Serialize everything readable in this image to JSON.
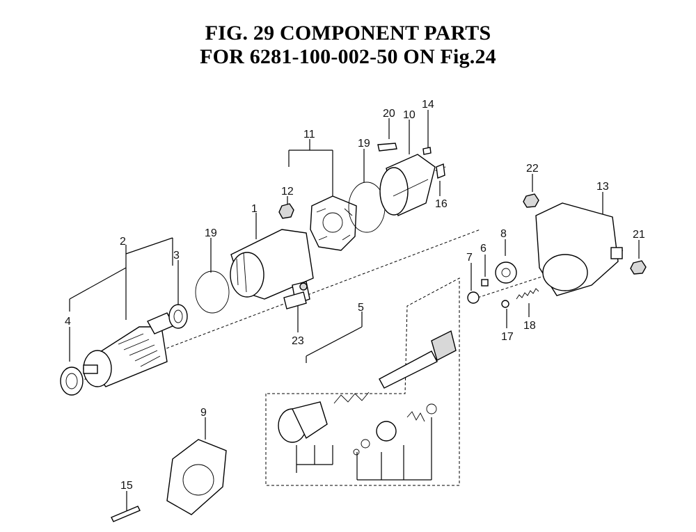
{
  "title": {
    "line1": "FIG. 29  COMPONENT PARTS",
    "line2": "FOR 6281-100-002-50 ON Fig.24"
  },
  "callouts": {
    "c1": "1",
    "c2": "2",
    "c3": "3",
    "c4": "4",
    "c5": "5",
    "c6": "6",
    "c7": "7",
    "c8": "8",
    "c9": "9",
    "c10": "10",
    "c11": "11",
    "c12": "12",
    "c13": "13",
    "c14": "14",
    "c15": "15",
    "c16": "16",
    "c17": "17",
    "c18": "18",
    "c19a": "19",
    "c19b": "19",
    "c20": "20",
    "c21": "21",
    "c22": "22",
    "c23": "23"
  }
}
